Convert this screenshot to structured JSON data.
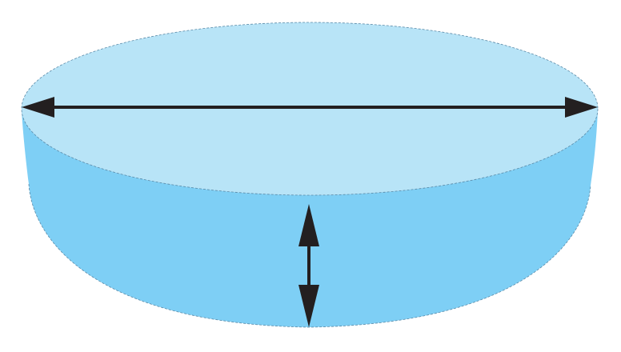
{
  "figure": {
    "shape": "cylinder-disc",
    "colors": {
      "background": "#ffffff",
      "top_face": "#b8e4f7",
      "side_face": "#7ecff5",
      "arrow": "#231f20",
      "edge": "#5a8aa8"
    },
    "dimensions": [
      {
        "name": "diameter",
        "orientation": "horizontal",
        "label": ""
      },
      {
        "name": "height",
        "orientation": "vertical",
        "label": ""
      }
    ]
  }
}
